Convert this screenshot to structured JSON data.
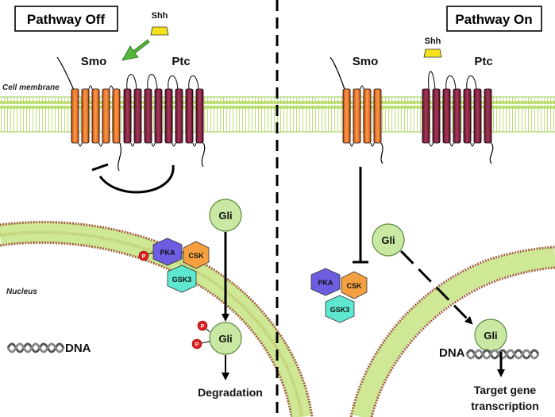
{
  "panels": {
    "left_title": "Pathway Off",
    "right_title": "Pathway On"
  },
  "labels": {
    "shh": "Shh",
    "smo": "Smo",
    "ptc": "Ptc",
    "cell_membrane": "Cell membrane",
    "nucleus": "Nucleus",
    "gli": "Gli",
    "pka": "PKA",
    "csk": "CSK",
    "gsk3": "GSK3",
    "p": "P",
    "dna": "DNA",
    "degradation": "Degradation",
    "target_gene_line1": "Target gene",
    "target_gene_line2": "transcription"
  },
  "colors": {
    "membrane": "#b8dc6a",
    "smo": "#f07a2a",
    "ptc": "#8a2440",
    "shh": "#f5e21c",
    "gli": "#c9e8a3",
    "pka": "#6b5ee0",
    "csk": "#f5a040",
    "gsk3": "#5fe8d0",
    "phospho": "#e02020",
    "arrow_green": "#52b83a"
  }
}
